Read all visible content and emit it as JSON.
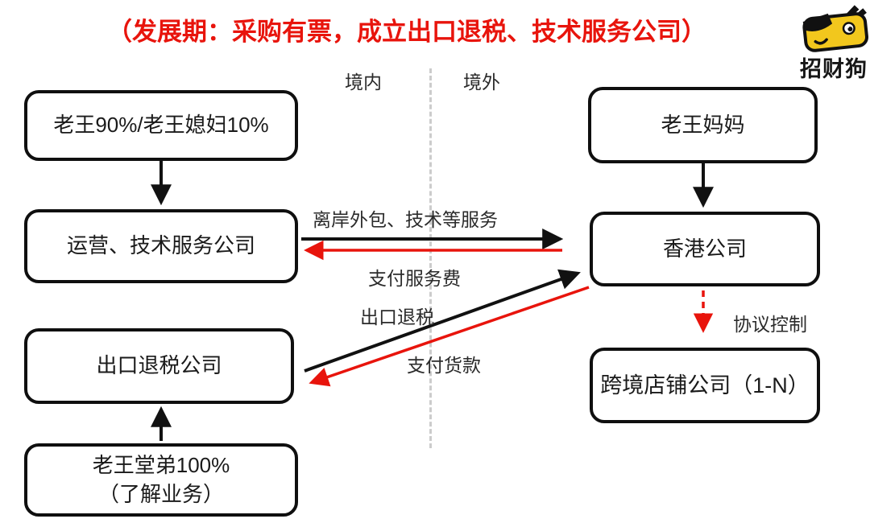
{
  "title": "（发展期：采购有票，成立出口退税、技术服务公司）",
  "logo": {
    "icon": "dog-mascot-icon",
    "text": "招财狗"
  },
  "regions": {
    "domestic": "境内",
    "overseas": "境外"
  },
  "nodes": {
    "owner": "老王90%/老王媳妇10%",
    "ops": "运营、技术服务公司",
    "rebate": "出口退税公司",
    "cousin_line1": "老王堂弟100%",
    "cousin_line2": "（了解业务）",
    "mother": "老王妈妈",
    "hk": "香港公司",
    "shop": "跨境店铺公司（1-N）"
  },
  "edges": {
    "offshore_services": "离岸外包、技术等服务",
    "pay_service_fee": "支付服务费",
    "export_rebate": "出口退税",
    "pay_goods": "支付货款",
    "agreement_control": "协议控制"
  },
  "colors": {
    "red": "#e8140c",
    "black": "#111111",
    "divider_gray": "#cccccc",
    "logo_yellow": "#f2c71d"
  }
}
